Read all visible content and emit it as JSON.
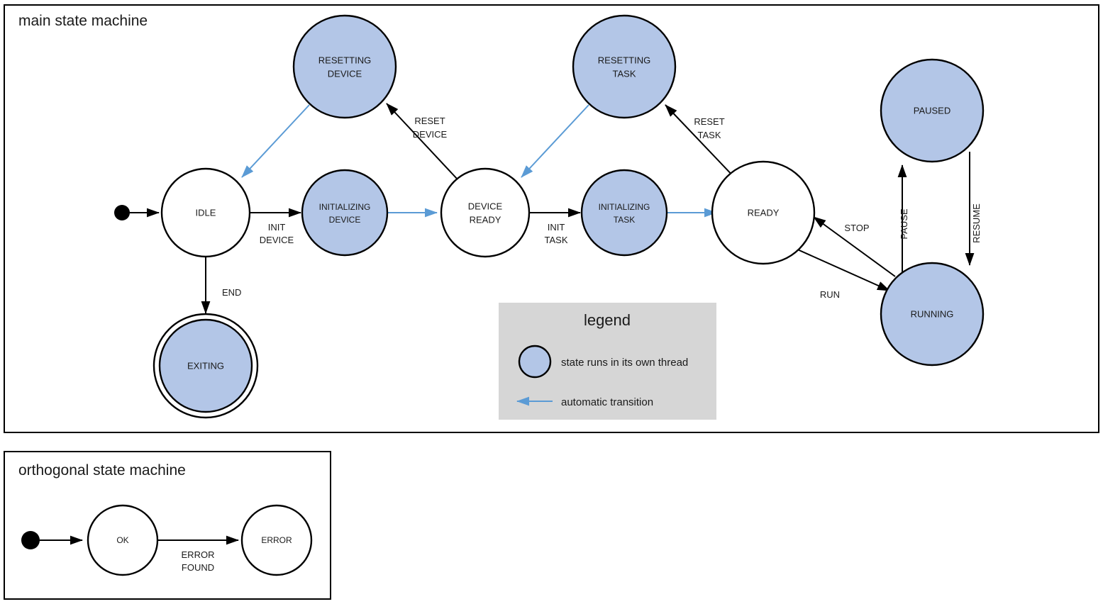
{
  "diagram": {
    "type": "state-machine-diagram",
    "accent_thread_fill": "#b3c6e7",
    "accent_auto_transition": "#5b9bd5",
    "legend_background": "#d6d6d6",
    "stroke": "#000000"
  },
  "main_machine": {
    "title": "main state machine",
    "states": [
      {
        "id": "idle",
        "label_line1": "IDLE",
        "label_line2": "",
        "thread": false,
        "final": false
      },
      {
        "id": "resetting-device",
        "label_line1": "RESETTING",
        "label_line2": "DEVICE",
        "thread": true,
        "final": false
      },
      {
        "id": "initializing-device",
        "label_line1": "INITIALIZING",
        "label_line2": "DEVICE",
        "thread": true,
        "final": false
      },
      {
        "id": "device-ready",
        "label_line1": "DEVICE",
        "label_line2": "READY",
        "thread": false,
        "final": false
      },
      {
        "id": "resetting-task",
        "label_line1": "RESETTING",
        "label_line2": "TASK",
        "thread": true,
        "final": false
      },
      {
        "id": "initializing-task",
        "label_line1": "INITIALIZING",
        "label_line2": "TASK",
        "thread": true,
        "final": false
      },
      {
        "id": "ready",
        "label_line1": "READY",
        "label_line2": "",
        "thread": false,
        "final": false
      },
      {
        "id": "paused",
        "label_line1": "PAUSED",
        "label_line2": "",
        "thread": true,
        "final": false
      },
      {
        "id": "running",
        "label_line1": "RUNNING",
        "label_line2": "",
        "thread": true,
        "final": false
      },
      {
        "id": "exiting",
        "label_line1": "EXITING",
        "label_line2": "",
        "thread": true,
        "final": true
      }
    ],
    "transitions": [
      {
        "id": "t-start-idle",
        "from": "start",
        "to": "idle",
        "label_line1": "",
        "label_line2": "",
        "automatic": false
      },
      {
        "id": "t-idle-initdev",
        "from": "idle",
        "to": "initializing-device",
        "label_line1": "INIT",
        "label_line2": "DEVICE",
        "automatic": false
      },
      {
        "id": "t-idle-exiting",
        "from": "idle",
        "to": "exiting",
        "label_line1": "END",
        "label_line2": "",
        "automatic": false
      },
      {
        "id": "t-initdev-devrdy",
        "from": "initializing-device",
        "to": "device-ready",
        "label_line1": "",
        "label_line2": "",
        "automatic": true
      },
      {
        "id": "t-devrdy-resetdev",
        "from": "device-ready",
        "to": "resetting-device",
        "label_line1": "RESET",
        "label_line2": "DEVICE",
        "automatic": false
      },
      {
        "id": "t-resetdev-idle",
        "from": "resetting-device",
        "to": "idle",
        "label_line1": "",
        "label_line2": "",
        "automatic": true
      },
      {
        "id": "t-devrdy-inittask",
        "from": "device-ready",
        "to": "initializing-task",
        "label_line1": "INIT",
        "label_line2": "TASK",
        "automatic": false
      },
      {
        "id": "t-inittask-ready",
        "from": "initializing-task",
        "to": "ready",
        "label_line1": "",
        "label_line2": "",
        "automatic": true
      },
      {
        "id": "t-ready-resettask",
        "from": "ready",
        "to": "resetting-task",
        "label_line1": "RESET",
        "label_line2": "TASK",
        "automatic": false
      },
      {
        "id": "t-resettask-devrdy",
        "from": "resetting-task",
        "to": "device-ready",
        "label_line1": "",
        "label_line2": "",
        "automatic": true
      },
      {
        "id": "t-ready-running",
        "from": "ready",
        "to": "running",
        "label_line1": "RUN",
        "label_line2": "",
        "automatic": false
      },
      {
        "id": "t-running-ready",
        "from": "running",
        "to": "ready",
        "label_line1": "STOP",
        "label_line2": "",
        "automatic": false
      },
      {
        "id": "t-running-paused",
        "from": "running",
        "to": "paused",
        "label_line1": "PAUSE",
        "label_line2": "",
        "automatic": false
      },
      {
        "id": "t-paused-running",
        "from": "paused",
        "to": "running",
        "label_line1": "RESUME",
        "label_line2": "",
        "automatic": false
      }
    ]
  },
  "legend": {
    "title": "legend",
    "items": [
      {
        "id": "thread-state",
        "symbol": "filled-circle",
        "text": "state runs in its own thread"
      },
      {
        "id": "automatic-transition",
        "symbol": "blue-left-arrow",
        "text": "automatic transition"
      }
    ]
  },
  "orthogonal_machine": {
    "title": "orthogonal state machine",
    "states": [
      {
        "id": "ok",
        "label_line1": "OK",
        "label_line2": "",
        "thread": false,
        "final": false
      },
      {
        "id": "error",
        "label_line1": "ERROR",
        "label_line2": "",
        "thread": false,
        "final": false
      }
    ],
    "transitions": [
      {
        "id": "t-start-ok",
        "from": "start",
        "to": "ok",
        "label_line1": "",
        "label_line2": "",
        "automatic": false
      },
      {
        "id": "t-ok-error",
        "from": "ok",
        "to": "error",
        "label_line1": "ERROR",
        "label_line2": "FOUND",
        "automatic": false
      }
    ]
  }
}
